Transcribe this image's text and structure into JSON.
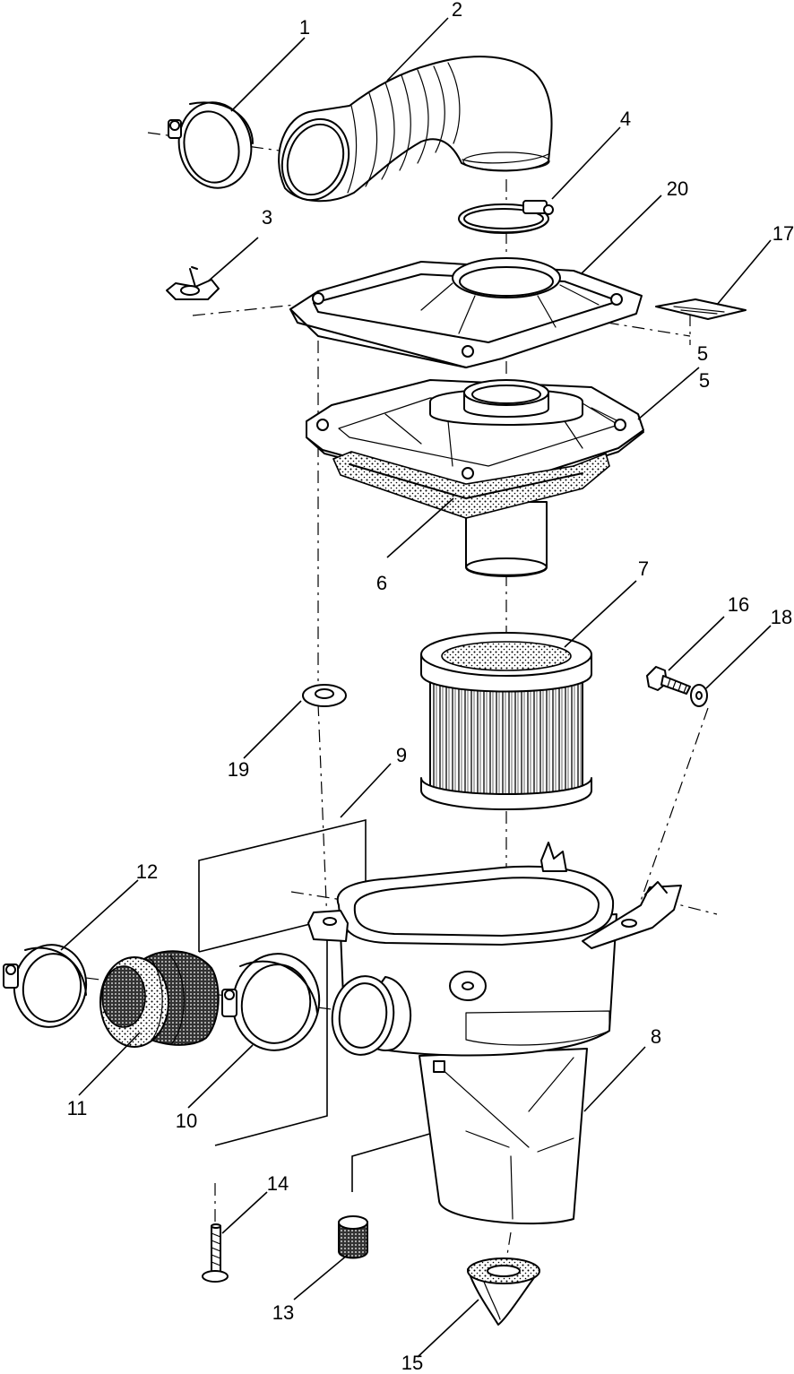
{
  "callouts": [
    "1",
    "2",
    "3",
    "4",
    "5",
    "5",
    "6",
    "7",
    "8",
    "9",
    "10",
    "11",
    "12",
    "13",
    "14",
    "15",
    "16",
    "17",
    "18",
    "19",
    "20"
  ],
  "colors": {
    "ink": "#000000",
    "paper": "#ffffff"
  }
}
